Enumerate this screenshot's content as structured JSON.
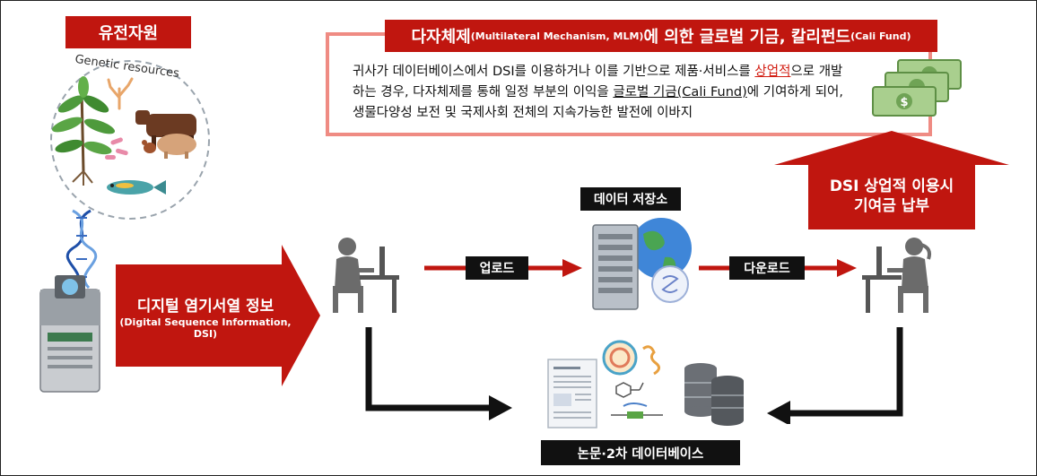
{
  "genetic": {
    "title": "유전자원",
    "circle_label": "Genetic resources"
  },
  "fund": {
    "title_main": "다자체제",
    "title_sub1": "(Multilateral Mechanism, MLM)",
    "title_main2": "에 의한 글로벌 기금, 칼리펀드",
    "title_sub2": "(Cali Fund)",
    "desc_p1": "귀사가 데이터베이스에서 DSI를 이용하거나 이를 기반으로 제품·서비스를 ",
    "desc_red": "상업적",
    "desc_p2": "으로 개발",
    "desc_p3": "하는 경우, 다자체제를 통해 일정 부분의 이익을 ",
    "desc_u": "글로벌 기금(Cali Fund)",
    "desc_p4": "에 기여하게 되어,",
    "desc_line3": "생물다양성 보전 및 국제사회 전체의 지속가능한 발전에 이바지"
  },
  "contribution": {
    "line1": "DSI 상업적 이용시",
    "line2": "기여금 납부"
  },
  "dsi": {
    "title": "디지털 염기서열 정보",
    "subtitle": "(Digital Sequence Information, DSI)"
  },
  "storage": {
    "label": "데이터 저장소"
  },
  "flow": {
    "upload": "업로드",
    "download": "다운로드"
  },
  "papers": {
    "label": "논문·2차 데이터베이스"
  },
  "colors": {
    "red": "#c0160f",
    "light_red": "#ef8b83",
    "black": "#111111",
    "money_green": "#7fb069"
  },
  "icons": [
    "dna-icon",
    "sequencer-icon",
    "user-icon",
    "server-icon",
    "globe-icon",
    "money-icon",
    "document-icon",
    "database-icon",
    "protein-icon"
  ]
}
